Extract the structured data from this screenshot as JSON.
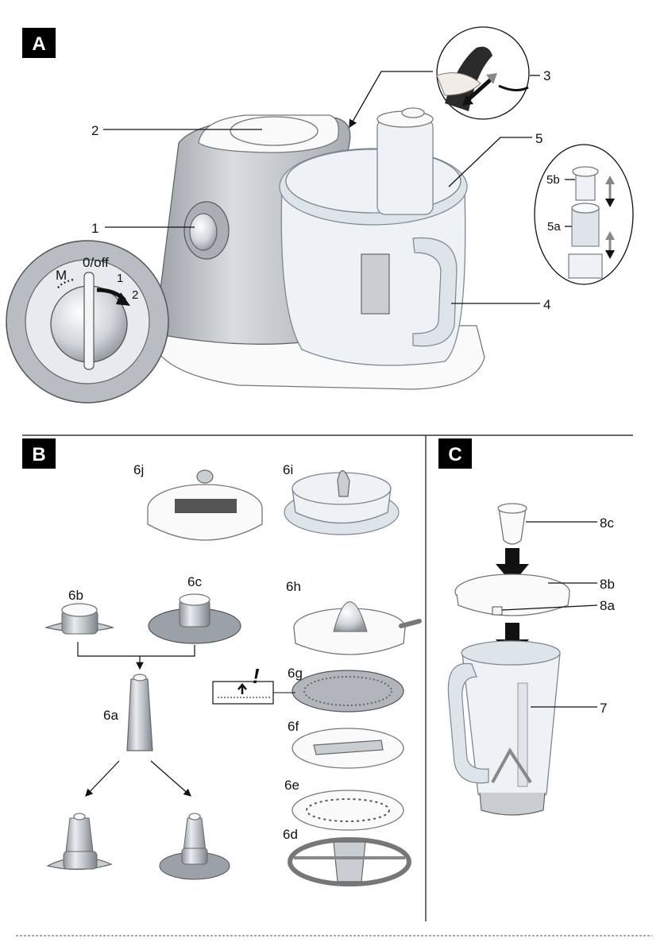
{
  "sections": {
    "a": "A",
    "b": "B",
    "c": "C"
  },
  "dial": {
    "m": "M",
    "off": "0/off",
    "one": "1",
    "two": "2"
  },
  "labels": {
    "l1": "1",
    "l2": "2",
    "l3": "3",
    "l4": "4",
    "l5": "5",
    "l5a": "5a",
    "l5b": "5b",
    "l6a": "6a",
    "l6b": "6b",
    "l6c": "6c",
    "l6d": "6d",
    "l6e": "6e",
    "l6f": "6f",
    "l6g": "6g",
    "l6h": "6h",
    "l6i": "6i",
    "l6j": "6j",
    "l7": "7",
    "l8a": "8a",
    "l8b": "8b",
    "l8c": "8c"
  },
  "warning": {
    "mark": "!"
  },
  "colors": {
    "ink": "#111111",
    "section_box": "#000000",
    "metal": "#b8bec4",
    "clear_plastic": "#eef2f5"
  }
}
